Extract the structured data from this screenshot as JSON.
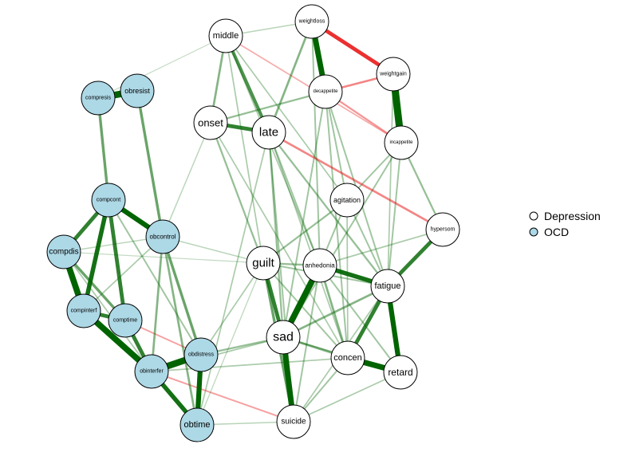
{
  "groups": [
    {
      "id": "depression",
      "label": "Depression",
      "color": "#ffffff"
    },
    {
      "id": "ocd",
      "label": "OCD",
      "color": "#add8e6"
    }
  ],
  "nodes": [
    {
      "id": "compresis",
      "label": "compresis",
      "group": "ocd"
    },
    {
      "id": "obresist",
      "label": "obresist",
      "group": "ocd"
    },
    {
      "id": "compcont",
      "label": "compcont",
      "group": "ocd"
    },
    {
      "id": "obcontrol",
      "label": "obcontrol",
      "group": "ocd"
    },
    {
      "id": "compdis",
      "label": "compdis",
      "group": "ocd"
    },
    {
      "id": "compinterf",
      "label": "compinterf",
      "group": "ocd"
    },
    {
      "id": "comptime",
      "label": "comptime",
      "group": "ocd"
    },
    {
      "id": "obdistress",
      "label": "obdistress",
      "group": "ocd"
    },
    {
      "id": "obinterfer",
      "label": "obinterfer",
      "group": "ocd"
    },
    {
      "id": "obtime",
      "label": "obtime",
      "group": "ocd"
    },
    {
      "id": "middle",
      "label": "middle",
      "group": "depression"
    },
    {
      "id": "weightloss",
      "label": "weightloss",
      "group": "depression"
    },
    {
      "id": "weightgain",
      "label": "weightgain",
      "group": "depression"
    },
    {
      "id": "decappetite",
      "label": "decappetite",
      "group": "depression"
    },
    {
      "id": "incappetite",
      "label": "incappetite",
      "group": "depression"
    },
    {
      "id": "onset",
      "label": "onset",
      "group": "depression"
    },
    {
      "id": "late",
      "label": "late",
      "group": "depression"
    },
    {
      "id": "agitation",
      "label": "agitation",
      "group": "depression"
    },
    {
      "id": "hypersom",
      "label": "hypersom",
      "group": "depression"
    },
    {
      "id": "guilt",
      "label": "guilt",
      "group": "depression"
    },
    {
      "id": "anhedonia",
      "label": "anhedonia",
      "group": "depression"
    },
    {
      "id": "fatigue",
      "label": "fatigue",
      "group": "depression"
    },
    {
      "id": "sad",
      "label": "sad",
      "group": "depression"
    },
    {
      "id": "concen",
      "label": "concen",
      "group": "depression"
    },
    {
      "id": "retard",
      "label": "retard",
      "group": "depression"
    },
    {
      "id": "suicide",
      "label": "suicide",
      "group": "depression"
    }
  ],
  "edges": [
    {
      "from": "compresis",
      "to": "obresist",
      "weight": 0.55,
      "sign": "positive"
    },
    {
      "from": "compresis",
      "to": "compcont",
      "weight": 0.2,
      "sign": "positive"
    },
    {
      "from": "obresist",
      "to": "obcontrol",
      "weight": 0.2,
      "sign": "positive"
    },
    {
      "from": "compcont",
      "to": "obcontrol",
      "weight": 0.4,
      "sign": "positive"
    },
    {
      "from": "compcont",
      "to": "compdis",
      "weight": 0.3,
      "sign": "positive"
    },
    {
      "from": "compcont",
      "to": "compinterf",
      "weight": 0.35,
      "sign": "positive"
    },
    {
      "from": "compcont",
      "to": "comptime",
      "weight": 0.3,
      "sign": "positive"
    },
    {
      "from": "compcont",
      "to": "obdistress",
      "weight": 0.1,
      "sign": "positive"
    },
    {
      "from": "obcontrol",
      "to": "obdistress",
      "weight": 0.2,
      "sign": "positive"
    },
    {
      "from": "obcontrol",
      "to": "obinterfer",
      "weight": 0.15,
      "sign": "positive"
    },
    {
      "from": "obcontrol",
      "to": "obtime",
      "weight": 0.15,
      "sign": "positive"
    },
    {
      "from": "obcontrol",
      "to": "compinterf",
      "weight": 0.08,
      "sign": "positive"
    },
    {
      "from": "obcontrol",
      "to": "compdis",
      "weight": 0.06,
      "sign": "positive"
    },
    {
      "from": "compdis",
      "to": "compinterf",
      "weight": 0.5,
      "sign": "positive"
    },
    {
      "from": "compdis",
      "to": "comptime",
      "weight": 0.2,
      "sign": "positive"
    },
    {
      "from": "compdis",
      "to": "obinterfer",
      "weight": 0.08,
      "sign": "positive"
    },
    {
      "from": "compinterf",
      "to": "comptime",
      "weight": 0.3,
      "sign": "positive"
    },
    {
      "from": "compinterf",
      "to": "obinterfer",
      "weight": 0.5,
      "sign": "positive"
    },
    {
      "from": "comptime",
      "to": "obinterfer",
      "weight": 0.3,
      "sign": "positive"
    },
    {
      "from": "comptime",
      "to": "obdistress",
      "weight": 0.1,
      "sign": "negative"
    },
    {
      "from": "obdistress",
      "to": "obinterfer",
      "weight": 0.55,
      "sign": "positive"
    },
    {
      "from": "obdistress",
      "to": "obtime",
      "weight": 0.4,
      "sign": "positive"
    },
    {
      "from": "obinterfer",
      "to": "obtime",
      "weight": 0.35,
      "sign": "positive"
    },
    {
      "from": "obdistress",
      "to": "sad",
      "weight": 0.12,
      "sign": "positive"
    },
    {
      "from": "obdistress",
      "to": "guilt",
      "weight": 0.08,
      "sign": "positive"
    },
    {
      "from": "obinterfer",
      "to": "concen",
      "weight": 0.08,
      "sign": "positive"
    },
    {
      "from": "obinterfer",
      "to": "suicide",
      "weight": 0.1,
      "sign": "negative"
    },
    {
      "from": "obinterfer",
      "to": "sad",
      "weight": 0.08,
      "sign": "positive"
    },
    {
      "from": "obtime",
      "to": "suicide",
      "weight": 0.06,
      "sign": "positive"
    },
    {
      "from": "obtime",
      "to": "guilt",
      "weight": 0.05,
      "sign": "positive"
    },
    {
      "from": "obcontrol",
      "to": "guilt",
      "weight": 0.06,
      "sign": "positive"
    },
    {
      "from": "obcontrol",
      "to": "onset",
      "weight": 0.06,
      "sign": "positive"
    },
    {
      "from": "compdis",
      "to": "guilt",
      "weight": 0.04,
      "sign": "positive"
    },
    {
      "from": "compresis",
      "to": "middle",
      "weight": 0.04,
      "sign": "positive"
    },
    {
      "from": "middle",
      "to": "late",
      "weight": 0.25,
      "sign": "positive"
    },
    {
      "from": "middle",
      "to": "onset",
      "weight": 0.15,
      "sign": "positive"
    },
    {
      "from": "middle",
      "to": "weightloss",
      "weight": 0.06,
      "sign": "positive"
    },
    {
      "from": "middle",
      "to": "incappetite",
      "weight": 0.08,
      "sign": "negative"
    },
    {
      "from": "middle",
      "to": "agitation",
      "weight": 0.08,
      "sign": "positive"
    },
    {
      "from": "middle",
      "to": "anhedonia",
      "weight": 0.08,
      "sign": "positive"
    },
    {
      "from": "middle",
      "to": "guilt",
      "weight": 0.08,
      "sign": "positive"
    },
    {
      "from": "onset",
      "to": "late",
      "weight": 0.3,
      "sign": "positive"
    },
    {
      "from": "onset",
      "to": "decappetite",
      "weight": 0.12,
      "sign": "positive"
    },
    {
      "from": "onset",
      "to": "guilt",
      "weight": 0.12,
      "sign": "positive"
    },
    {
      "from": "onset",
      "to": "concen",
      "weight": 0.08,
      "sign": "positive"
    },
    {
      "from": "late",
      "to": "weightloss",
      "weight": 0.15,
      "sign": "positive"
    },
    {
      "from": "late",
      "to": "hypersom",
      "weight": 0.15,
      "sign": "negative"
    },
    {
      "from": "late",
      "to": "fatigue",
      "weight": 0.12,
      "sign": "positive"
    },
    {
      "from": "late",
      "to": "sad",
      "weight": 0.12,
      "sign": "positive"
    },
    {
      "from": "late",
      "to": "suicide",
      "weight": 0.1,
      "sign": "positive"
    },
    {
      "from": "late",
      "to": "anhedonia",
      "weight": 0.1,
      "sign": "positive"
    },
    {
      "from": "late",
      "to": "concen",
      "weight": 0.08,
      "sign": "positive"
    },
    {
      "from": "late",
      "to": "obtime",
      "weight": 0.08,
      "sign": "positive"
    },
    {
      "from": "weightloss",
      "to": "weightgain",
      "weight": 0.3,
      "sign": "negative"
    },
    {
      "from": "weightloss",
      "to": "decappetite",
      "weight": 0.45,
      "sign": "positive"
    },
    {
      "from": "weightloss",
      "to": "agitation",
      "weight": 0.1,
      "sign": "positive"
    },
    {
      "from": "weightloss",
      "to": "anhedonia",
      "weight": 0.1,
      "sign": "positive"
    },
    {
      "from": "weightgain",
      "to": "decappetite",
      "weight": 0.15,
      "sign": "negative"
    },
    {
      "from": "weightgain",
      "to": "incappetite",
      "weight": 0.6,
      "sign": "positive"
    },
    {
      "from": "weightgain",
      "to": "fatigue",
      "weight": 0.08,
      "sign": "positive"
    },
    {
      "from": "decappetite",
      "to": "incappetite",
      "weight": 0.12,
      "sign": "negative"
    },
    {
      "from": "decappetite",
      "to": "fatigue",
      "weight": 0.1,
      "sign": "positive"
    },
    {
      "from": "decappetite",
      "to": "sad",
      "weight": 0.1,
      "sign": "positive"
    },
    {
      "from": "decappetite",
      "to": "concen",
      "weight": 0.1,
      "sign": "positive"
    },
    {
      "from": "incappetite",
      "to": "hypersom",
      "weight": 0.12,
      "sign": "positive"
    },
    {
      "from": "incappetite",
      "to": "agitation",
      "weight": 0.1,
      "sign": "positive"
    },
    {
      "from": "incappetite",
      "to": "sad",
      "weight": 0.1,
      "sign": "positive"
    },
    {
      "from": "incappetite",
      "to": "fatigue",
      "weight": 0.1,
      "sign": "positive"
    },
    {
      "from": "agitation",
      "to": "anhedonia",
      "weight": 0.1,
      "sign": "positive"
    },
    {
      "from": "agitation",
      "to": "fatigue",
      "weight": 0.1,
      "sign": "positive"
    },
    {
      "from": "agitation",
      "to": "guilt",
      "weight": 0.12,
      "sign": "positive"
    },
    {
      "from": "agitation",
      "to": "concen",
      "weight": 0.08,
      "sign": "positive"
    },
    {
      "from": "hypersom",
      "to": "fatigue",
      "weight": 0.3,
      "sign": "positive"
    },
    {
      "from": "hypersom",
      "to": "anhedonia",
      "weight": 0.08,
      "sign": "positive"
    },
    {
      "from": "guilt",
      "to": "anhedonia",
      "weight": 0.12,
      "sign": "positive"
    },
    {
      "from": "guilt",
      "to": "sad",
      "weight": 0.3,
      "sign": "positive"
    },
    {
      "from": "guilt",
      "to": "suicide",
      "weight": 0.2,
      "sign": "positive"
    },
    {
      "from": "guilt",
      "to": "fatigue",
      "weight": 0.1,
      "sign": "positive"
    },
    {
      "from": "guilt",
      "to": "concen",
      "weight": 0.1,
      "sign": "positive"
    },
    {
      "from": "anhedonia",
      "to": "fatigue",
      "weight": 0.35,
      "sign": "positive"
    },
    {
      "from": "anhedonia",
      "to": "sad",
      "weight": 0.5,
      "sign": "positive"
    },
    {
      "from": "anhedonia",
      "to": "concen",
      "weight": 0.15,
      "sign": "positive"
    },
    {
      "from": "anhedonia",
      "to": "retard",
      "weight": 0.1,
      "sign": "positive"
    },
    {
      "from": "anhedonia",
      "to": "suicide",
      "weight": 0.1,
      "sign": "positive"
    },
    {
      "from": "fatigue",
      "to": "retard",
      "weight": 0.4,
      "sign": "positive"
    },
    {
      "from": "fatigue",
      "to": "concen",
      "weight": 0.3,
      "sign": "positive"
    },
    {
      "from": "fatigue",
      "to": "sad",
      "weight": 0.15,
      "sign": "positive"
    },
    {
      "from": "fatigue",
      "to": "suicide",
      "weight": 0.08,
      "sign": "positive"
    },
    {
      "from": "sad",
      "to": "suicide",
      "weight": 0.45,
      "sign": "positive"
    },
    {
      "from": "sad",
      "to": "concen",
      "weight": 0.15,
      "sign": "positive"
    },
    {
      "from": "sad",
      "to": "retard",
      "weight": 0.1,
      "sign": "positive"
    },
    {
      "from": "concen",
      "to": "retard",
      "weight": 0.45,
      "sign": "positive"
    },
    {
      "from": "concen",
      "to": "suicide",
      "weight": 0.1,
      "sign": "positive"
    },
    {
      "from": "retard",
      "to": "suicide",
      "weight": 0.08,
      "sign": "positive"
    }
  ],
  "colors": {
    "positive": "#006400",
    "negative": "#e60000",
    "node_border": "#000000"
  }
}
